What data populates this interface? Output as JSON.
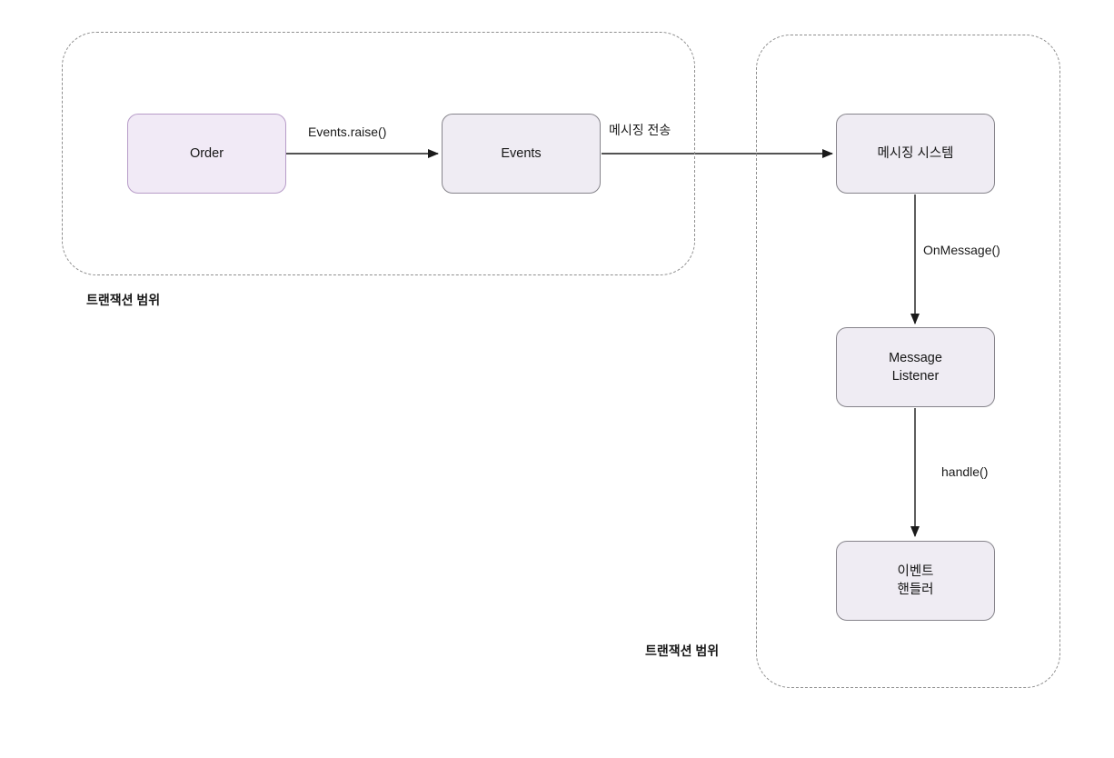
{
  "diagram": {
    "groups": {
      "left": {
        "label": "트랜잭션 범위"
      },
      "right": {
        "label": "트랜잭션 범위"
      }
    },
    "nodes": {
      "order": {
        "label": "Order"
      },
      "events": {
        "label": "Events"
      },
      "messaging_system": {
        "label": "메시징 시스템"
      },
      "message_listener": {
        "lines": [
          "Message",
          "Listener"
        ]
      },
      "event_handler": {
        "lines": [
          "이벤트",
          "핸들러"
        ]
      }
    },
    "edges": {
      "events_raise": {
        "label": "Events.raise()"
      },
      "messaging_send": {
        "label": "메시징 전송"
      },
      "on_message": {
        "label": "OnMessage()"
      },
      "handle": {
        "label": "handle()"
      }
    },
    "colors": {
      "background": "#ffffff",
      "purple_node_fill": "#f1eaf6",
      "purple_node_border": "#b79cc8",
      "gray_node_fill": "#efecf3",
      "gray_node_border": "#86848b",
      "group_border": "#8f8f8f",
      "arrow": "#1a1a1a",
      "text": "#1a1a1a"
    }
  }
}
